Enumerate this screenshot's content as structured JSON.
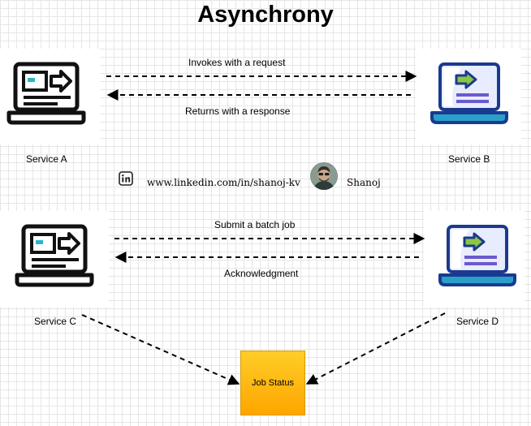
{
  "title": "Asynchrony",
  "services": {
    "a": {
      "label": "Service A"
    },
    "b": {
      "label": "Service B"
    },
    "c": {
      "label": "Service C"
    },
    "d": {
      "label": "Service D"
    }
  },
  "arrows": {
    "invoke": "Invokes with a request",
    "returns": "Returns with a response",
    "submit": "Submit a batch job",
    "ack": "Acknowledgment"
  },
  "job_box": {
    "text": "Job Status",
    "fill_top": "#ffcd28",
    "fill_bottom": "#ffa500",
    "stroke": "#d79b00"
  },
  "watermark": {
    "linkedin_url": "www.linkedin.com/in/shanoj-kv",
    "author": "Shanoj"
  },
  "icons": {
    "client": "laptop-client-icon",
    "server": "laptop-server-icon",
    "linkedin": "linkedin-icon",
    "avatar": "avatar"
  },
  "colors": {
    "dark_outline": "#111111",
    "teal_accent": "#29b6c8",
    "navy_outline": "#1a3a8f",
    "screen_fill": "#e8ecff",
    "screen_stripe": "#c9d0ff",
    "arrow_green": "#8dc63f",
    "line_purple": "#6a5acd",
    "base_blue": "#2aa0c9"
  }
}
